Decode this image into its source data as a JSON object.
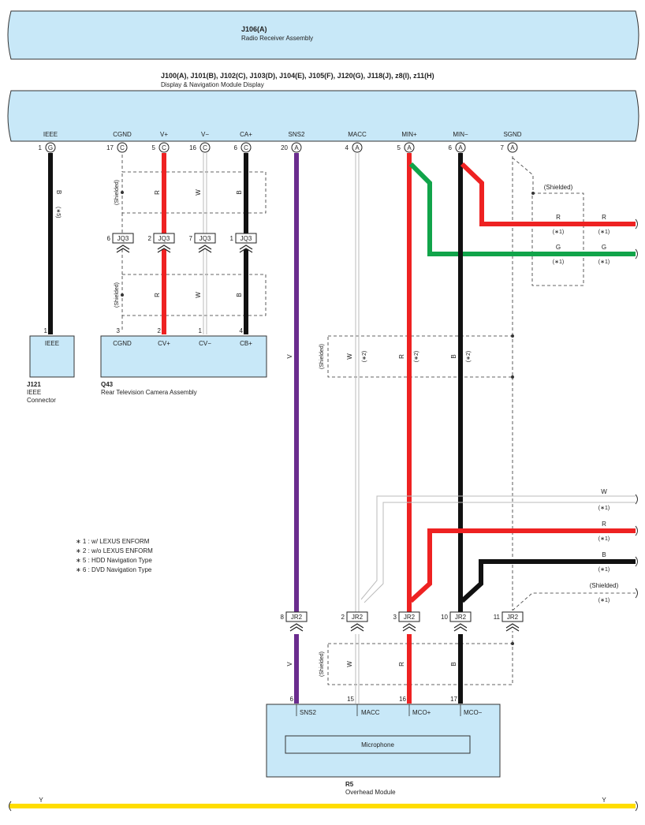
{
  "radio": {
    "code": "J106(A)",
    "name": "Radio Receiver Assembly"
  },
  "display": {
    "codes": "J100(A), J101(B), J102(C), J103(D), J104(E), J105(F), J120(G), J118(J), z8(I), z11(H)",
    "name": "Display & Navigation Module Display",
    "pins": [
      {
        "label": "IEEE",
        "num": "1",
        "conn": "G"
      },
      {
        "label": "CGND",
        "num": "17",
        "conn": "C"
      },
      {
        "label": "V+",
        "num": "5",
        "conn": "C"
      },
      {
        "label": "V−",
        "num": "16",
        "conn": "C"
      },
      {
        "label": "CA+",
        "num": "6",
        "conn": "C"
      },
      {
        "label": "SNS2",
        "num": "20",
        "conn": "A"
      },
      {
        "label": "MACC",
        "num": "4",
        "conn": "A"
      },
      {
        "label": "MIN+",
        "num": "5",
        "conn": "A"
      },
      {
        "label": "MIN−",
        "num": "6",
        "conn": "A"
      },
      {
        "label": "SGND",
        "num": "7",
        "conn": "A"
      }
    ]
  },
  "wire_colors": {
    "B": "B",
    "R": "R",
    "W": "W",
    "V": "V",
    "G": "G",
    "Y": "Y"
  },
  "notes_marks": {
    "n1": "(∗1)",
    "n2": "(∗2)",
    "n5": "(∗5)"
  },
  "shielded": "(Shielded)",
  "jq3": {
    "name": "JQ3",
    "nums": [
      "6",
      "2",
      "7",
      "1"
    ]
  },
  "jr2": {
    "name": "JR2",
    "nums": [
      "8",
      "2",
      "3",
      "10",
      "11"
    ]
  },
  "ieee_connector": {
    "code": "J121",
    "name1": "IEEE",
    "name2": "Connector",
    "pin_num": "1",
    "pin_label": "IEEE"
  },
  "camera": {
    "code": "Q43",
    "name": "Rear Television Camera Assembly",
    "pins": [
      {
        "num": "3",
        "label": "CGND"
      },
      {
        "num": "2",
        "label": "CV+"
      },
      {
        "num": "1",
        "label": "CV−"
      },
      {
        "num": "4",
        "label": "CB+"
      }
    ]
  },
  "legend": [
    "∗ 1 : w/ LEXUS ENFORM",
    "∗ 2 : w/o LEXUS ENFORM",
    "∗ 5 : HDD Navigation Type",
    "∗ 6 : DVD Navigation Type"
  ],
  "overhead": {
    "code": "R5",
    "name": "Overhead Module",
    "inner": "Microphone",
    "pins": [
      {
        "num": "6",
        "label": "SNS2"
      },
      {
        "num": "15",
        "label": "MACC"
      },
      {
        "num": "16",
        "label": "MCO+"
      },
      {
        "num": "17",
        "label": "MCO−"
      }
    ]
  },
  "colors": {
    "box_fill": "#c8e8f8",
    "red": "#ee2222",
    "green": "#11a44a",
    "black": "#111111",
    "violet": "#6a2c8e",
    "white_wire": "#bbbbbb",
    "yellow": "#ffdd00"
  }
}
